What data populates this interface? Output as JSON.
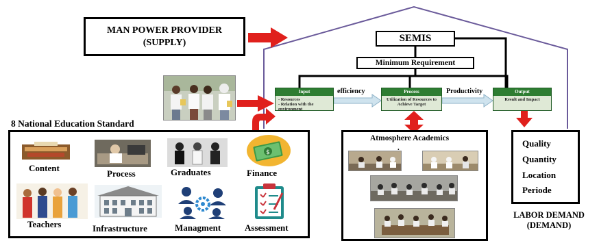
{
  "supply": {
    "line1": "MAN POWER PROVIDER",
    "line2": "(SUPPLY)"
  },
  "semis": "SEMIS",
  "minimum_requirement": "Minimum Requirement",
  "process_flow": {
    "input": {
      "header": "Input",
      "body1": "- Resources",
      "body2": "- Relation with the environment"
    },
    "process": {
      "header": "Process",
      "body1": "Utilization of Resources to Achieve Target"
    },
    "output": {
      "header": "Output",
      "body1": "Result and Impact"
    },
    "efficiency_label": "efficiency",
    "productivity_label": "Productivity"
  },
  "national_standard": {
    "title": "8 National Education Standard",
    "items": [
      "Content",
      "Process",
      "Graduates",
      "Finance",
      "Teachers",
      "Infrastructure",
      "Managment",
      "Assessment"
    ]
  },
  "atmosphere": {
    "title": "Atmosphere Academics",
    "dot": "."
  },
  "labor": {
    "items": [
      "Quality",
      "Quantity",
      "Location",
      "Periode"
    ],
    "demand_line1": "LABOR DEMAND",
    "demand_line2": "(DEMAND)"
  },
  "colors": {
    "arrow_red": "#e0201c",
    "process_green": "#2e7d32",
    "light_arrow": "#cfe3ee"
  }
}
